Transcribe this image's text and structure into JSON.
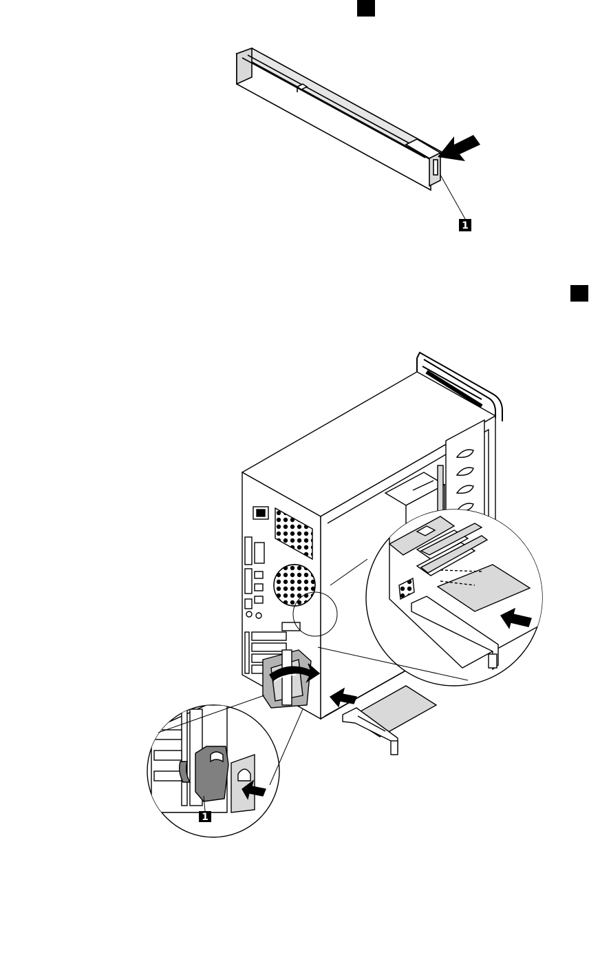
{
  "figure_top": {
    "marker_square_color": "#000000",
    "callouts": [
      {
        "id": "callout-1",
        "label": "1"
      }
    ],
    "arrow_color": "#000000"
  },
  "figure_bottom": {
    "marker_square_color": "#000000",
    "callouts": [
      {
        "id": "callout-1",
        "label": "1"
      }
    ],
    "arrow_color": "#000000"
  },
  "colors": {
    "line": "#000000",
    "fill": "#ffffff",
    "shade_light": "#d9d9d9",
    "shade_mid": "#b3b3b3",
    "shade_dark": "#808080"
  }
}
